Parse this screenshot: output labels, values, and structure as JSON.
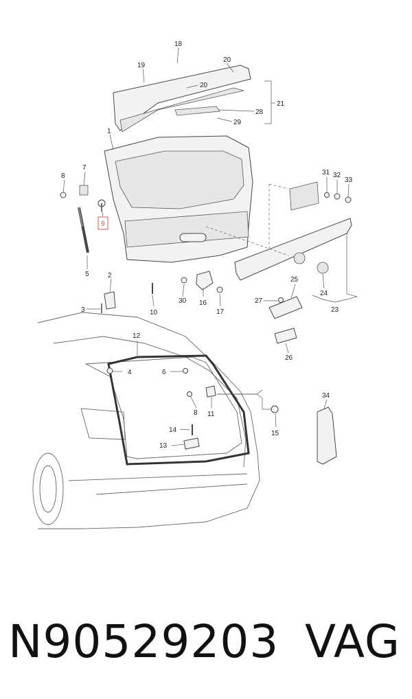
{
  "diagram": {
    "callouts": {
      "c1": "1",
      "c2": "2",
      "c3": "3",
      "c4": "4",
      "c5": "5",
      "c6": "6",
      "c7": "7",
      "c8a": "8",
      "c8b": "8",
      "c9": "9",
      "c10": "10",
      "c11": "11",
      "c12": "12",
      "c13": "13",
      "c14": "14",
      "c15": "15",
      "c16": "16",
      "c17": "17",
      "c18": "18",
      "c19": "19",
      "c20a": "20",
      "c20b": "20",
      "c21": "21",
      "c23": "23",
      "c24": "24",
      "c25": "25",
      "c26": "26",
      "c27": "27",
      "c28": "28",
      "c29": "29",
      "c30": "30",
      "c31": "31",
      "c32": "32",
      "c33": "33",
      "c34": "34"
    },
    "highlighted_callout": "9",
    "highlight_color": "#d9534f"
  },
  "footer": {
    "part_number": "N90529203",
    "brand": "VAG"
  }
}
